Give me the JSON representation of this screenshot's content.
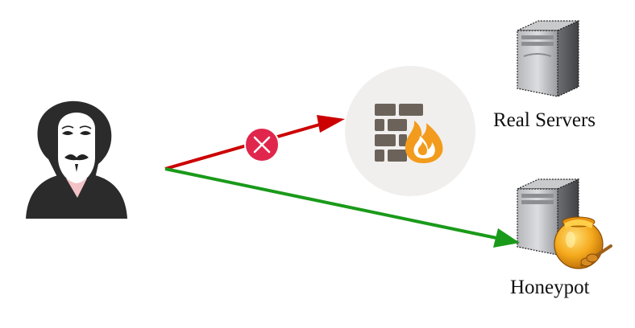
{
  "diagram": {
    "nodes": {
      "attacker": {
        "icon": "hacker-mask-icon"
      },
      "firewall": {
        "icon": "firewall-icon"
      },
      "real_servers": {
        "icon": "server-icon",
        "label": "Real Servers"
      },
      "honeypot": {
        "icon": "server-honeypot-icon",
        "label": "Honeypot"
      }
    },
    "edges": [
      {
        "from": "attacker",
        "to": "firewall",
        "status": "blocked",
        "color": "#cc0000",
        "marker": "x-circle-icon"
      },
      {
        "from": "attacker",
        "to": "honeypot",
        "status": "allowed",
        "color": "#1a9a1a"
      }
    ],
    "colors": {
      "blocked": "#cc0000",
      "allowed": "#1a9a1a",
      "block_marker": "#e0264c",
      "firewall_bg": "#f1efed",
      "flame": "#f29b1d"
    }
  }
}
